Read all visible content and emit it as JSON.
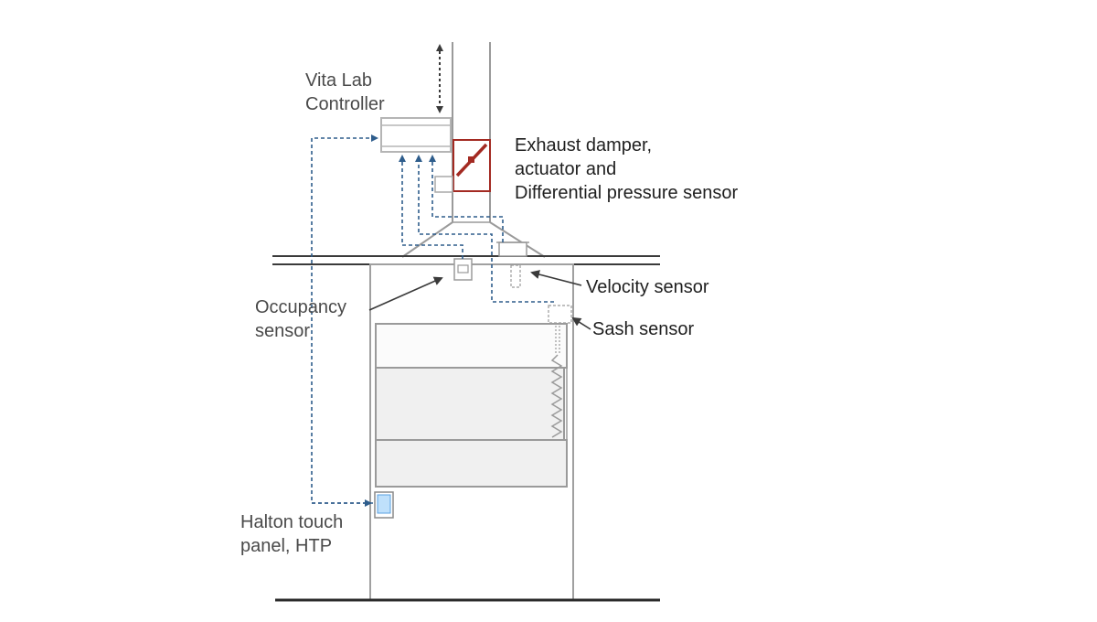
{
  "diagram": {
    "title": "Fume hood control system",
    "colors": {
      "outline": "#9a9a9a",
      "floor": "#2b2b2b",
      "ceiling": "#3a3a3a",
      "signal": "#2e5d8c",
      "damper": "#a32a22",
      "leader": "#3a3a3a",
      "panel_fill": "#bfe0fb",
      "panel_stroke": "#5aa0e0",
      "sash_fill": "#f0f0f0"
    },
    "labels": {
      "controller": [
        "Vita Lab",
        "Controller"
      ],
      "damper": [
        "Exhaust damper,",
        "actuator and",
        "Differential pressure sensor"
      ],
      "velocity": [
        "Velocity sensor"
      ],
      "sash": [
        "Sash sensor"
      ],
      "occupancy": [
        "Occupancy",
        "sensor"
      ],
      "panel": [
        "Halton touch",
        "panel, HTP"
      ]
    },
    "components": [
      {
        "id": "controller",
        "name": "Vita Lab Controller"
      },
      {
        "id": "damper",
        "name": "Exhaust damper, actuator and differential pressure sensor"
      },
      {
        "id": "velocity-sensor",
        "name": "Velocity sensor"
      },
      {
        "id": "sash-sensor",
        "name": "Sash sensor"
      },
      {
        "id": "occupancy-sensor",
        "name": "Occupancy sensor"
      },
      {
        "id": "touch-panel",
        "name": "Halton touch panel, HTP"
      }
    ],
    "connections": [
      {
        "from": "touch-panel",
        "to": "controller",
        "type": "signal"
      },
      {
        "from": "occupancy-sensor",
        "to": "controller",
        "type": "signal"
      },
      {
        "from": "sash-sensor",
        "to": "controller",
        "type": "signal"
      },
      {
        "from": "velocity-sensor",
        "to": "controller",
        "type": "signal"
      },
      {
        "from": "controller",
        "to": "building-network",
        "type": "bidirectional"
      }
    ]
  }
}
